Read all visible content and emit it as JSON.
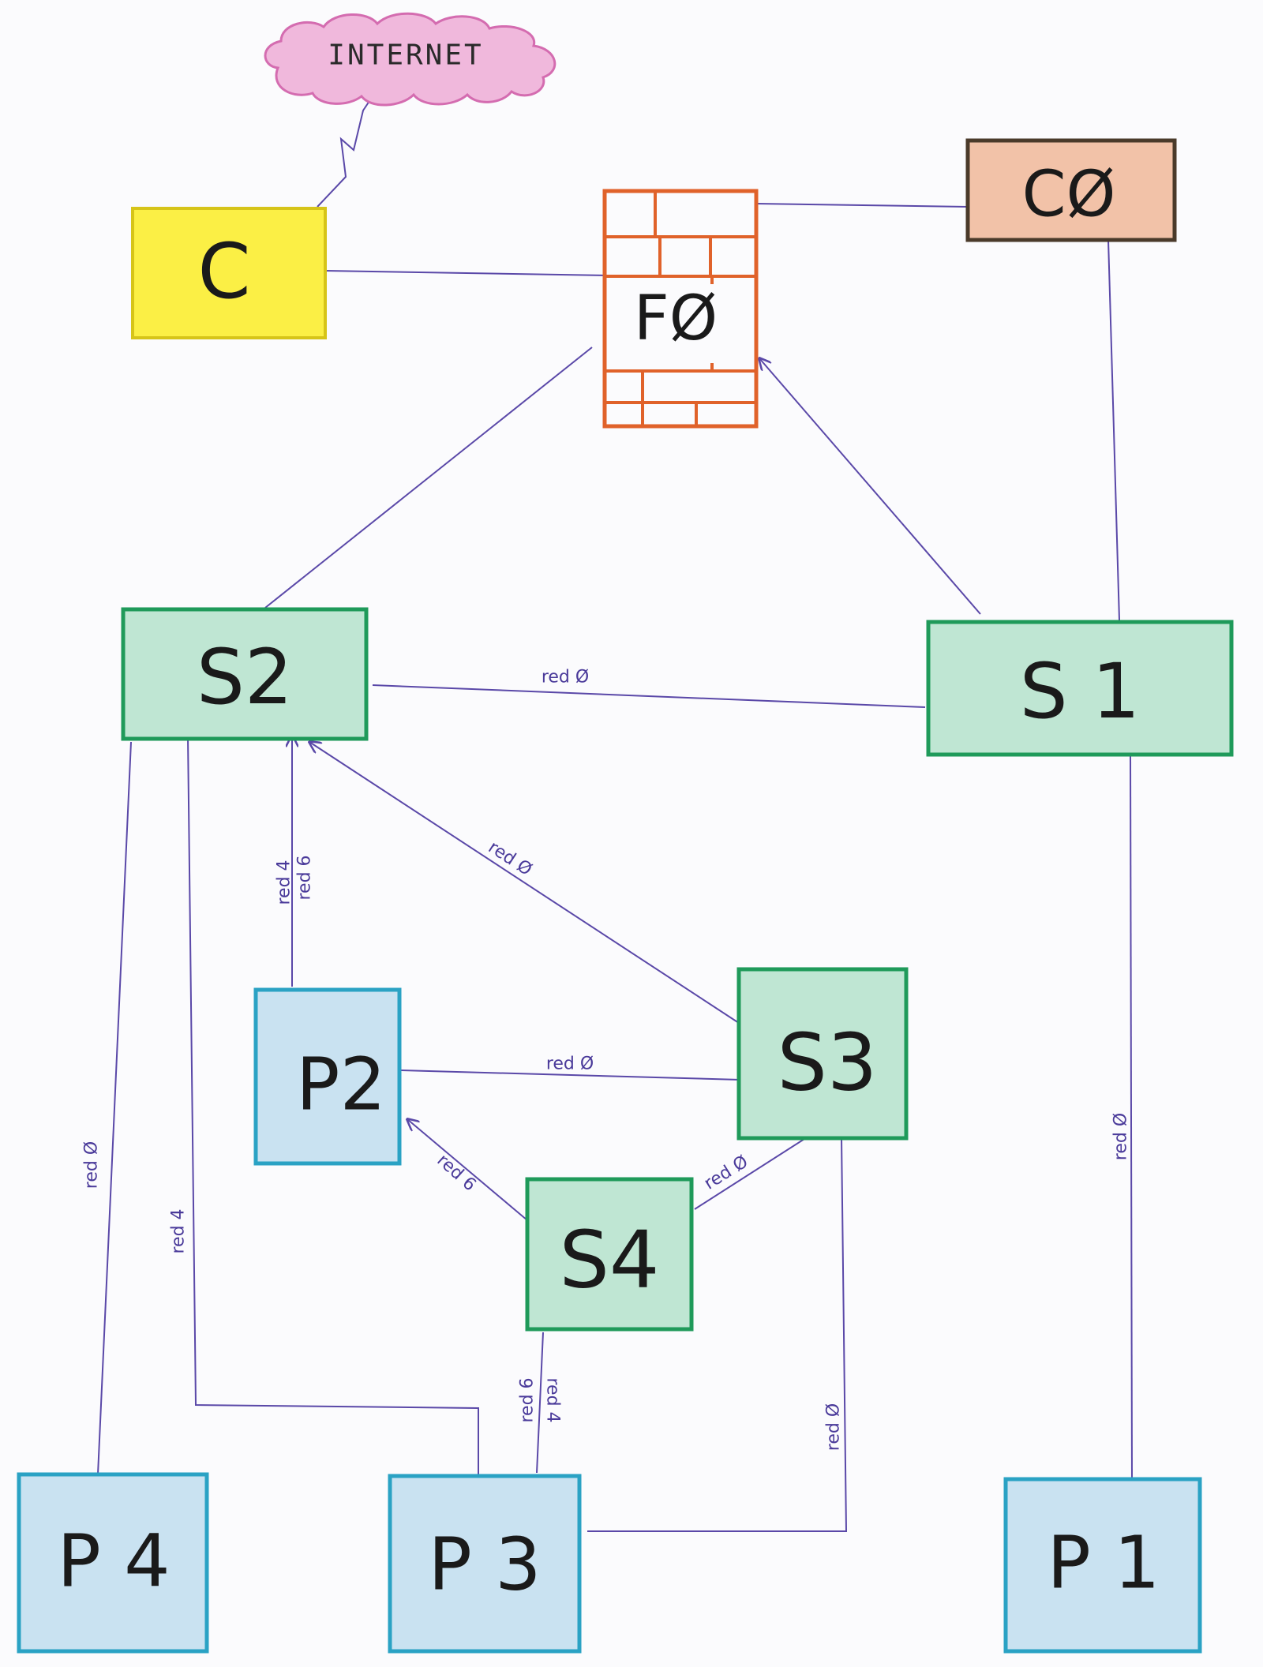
{
  "colors": {
    "line": "#5a48a8",
    "firewall_stroke": "#e0622a",
    "c_fill": "#fbef45",
    "c_stroke": "#d6c418",
    "c0_fill": "#f2c2a8",
    "c0_stroke": "#4a3a2a",
    "switch_fill": "#bfe6d3",
    "switch_stroke": "#1f9a5a",
    "pc_fill": "#c9e2f1",
    "pc_stroke": "#2aa2c4",
    "cloud_fill": "#f0b8dc",
    "cloud_stroke": "#d46cb0"
  },
  "cloud": {
    "label": "INTERNET"
  },
  "nodes": {
    "C": "C",
    "F0": "FØ",
    "C0": "CØ",
    "S1": "S 1",
    "S2": "S2",
    "S3": "S3",
    "S4": "S4",
    "P1": "P 1",
    "P2": "P2",
    "P3": "P 3",
    "P4": "P 4"
  },
  "edge_labels": {
    "s2_s1": "red Ø",
    "s2_s3": "red Ø",
    "s2_p2_a": "red 4",
    "s2_p2_b": "red 6",
    "p2_s3": "red Ø",
    "p2_s4": "red 6",
    "s4_s3": "red Ø",
    "s2_p4": "red Ø",
    "s2_p3": "red 4",
    "s4_p3_a": "red 6",
    "s4_p3_b": "red 4",
    "s3_p3": "red Ø",
    "s1_p1": "red Ø"
  }
}
